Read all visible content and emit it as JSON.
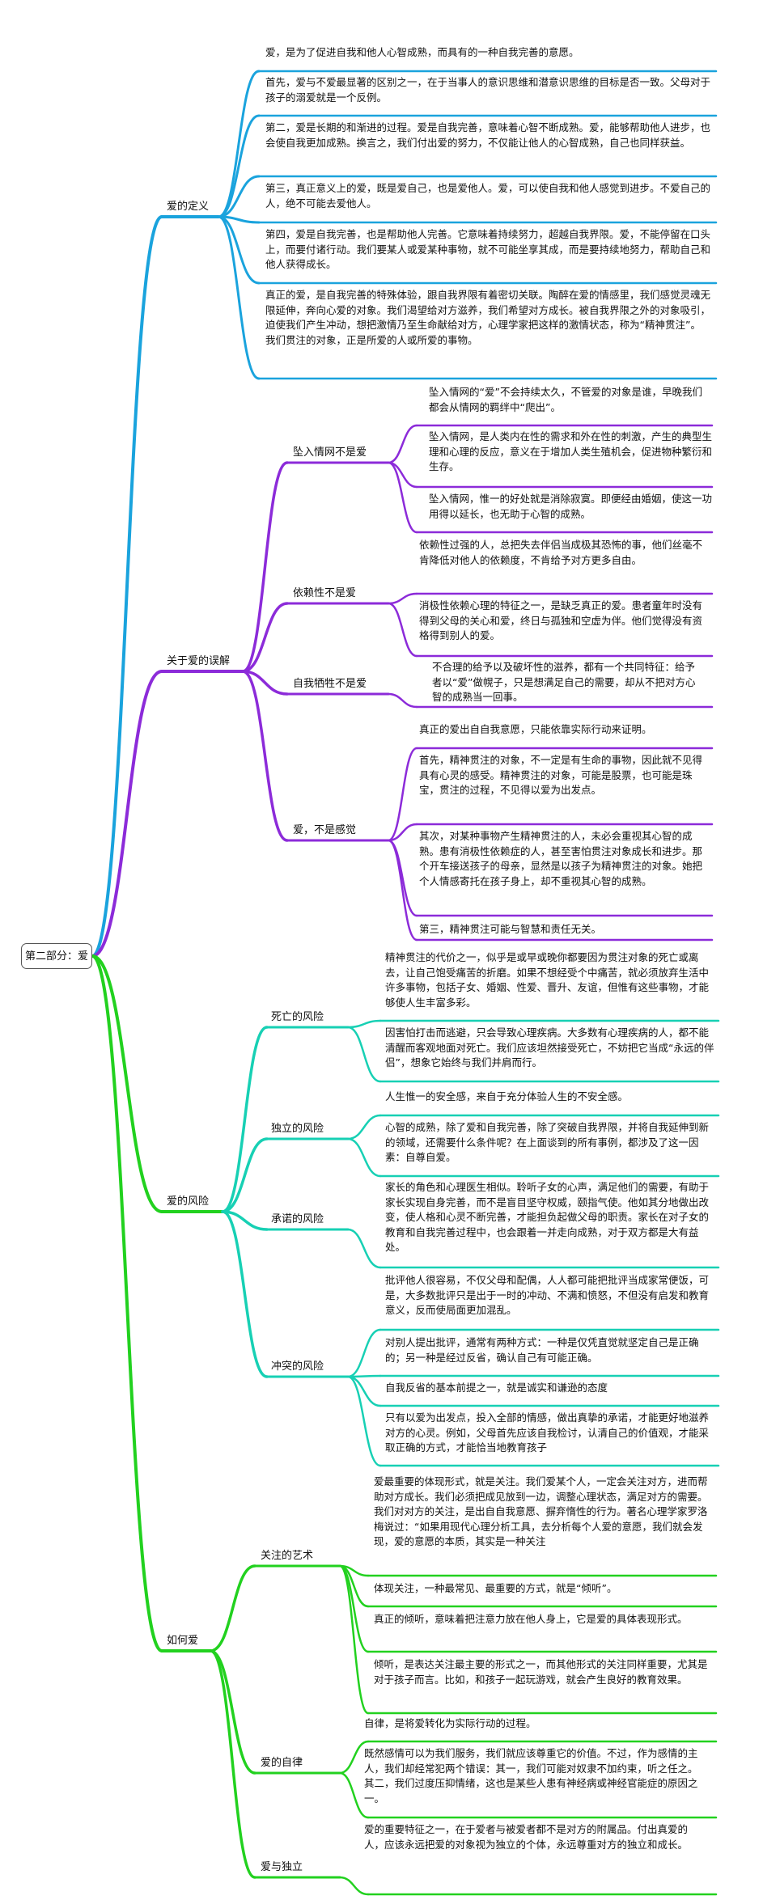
{
  "root": "第二部分：爱",
  "colors": {
    "blue": "#1aa3dd",
    "purple": "#8c2bd9",
    "green": "#22d11f",
    "teal": "#17d0b4"
  },
  "branches": [
    {
      "title": "爱的定义",
      "leaves": [
        "爱，是为了促进自我和他人心智成熟，而具有的一种自我完善的意愿。",
        "首先，爱与不爱最显著的区别之一，在于当事人的意识思维和潜意识思维的目标是否一致。父母对于孩子的溺爱就是一个反例。",
        "第二，爱是长期的和渐进的过程。爱是自我完善，意味着心智不断成熟。爱，能够帮助他人进步，也会使自我更加成熟。换言之，我们付出爱的努力，不仅能让他人的心智成熟，自己也同样获益。",
        "第三，真正意义上的爱，既是爱自己，也是爱他人。爱，可以使自我和他人感觉到进步。不爱自己的人，绝不可能去爱他人。",
        "第四，爱是自我完善，也是帮助他人完善。它意味着持续努力，超越自我界限。爱，不能停留在口头上，而要付诸行动。我们要某人或爱某种事物，就不可能坐享其成，而是要持续地努力，帮助自己和他人获得成长。",
        "真正的爱，是自我完善的特殊体验，跟自我界限有着密切关联。陶醉在爱的情感里，我们感觉灵魂无限延伸，奔向心爱的对象。我们渴望给对方滋养，我们希望对方成长。被自我界限之外的对象吸引，迫使我们产生冲动，想把激情乃至生命献给对方，心理学家把这样的激情状态，称为“精神贯注”。我们贯注的对象，正是所爱的人或所爱的事物。"
      ]
    },
    {
      "title": "关于爱的误解",
      "subs": [
        {
          "title": "坠入情网不是爱",
          "leaves": [
            "坠入情网的“爱”不会持续太久，不管爱的对象是谁，早晚我们都会从情网的羁绊中“爬出”。",
            "坠入情网，是人类内在性的需求和外在性的刺激，产生的典型生理和心理的反应，意义在于增加人类生殖机会，促进物种繁衍和生存。",
            "坠入情网，惟一的好处就是消除寂寞。即便经由婚姻，使这一功用得以延长，也无助于心智的成熟。"
          ]
        },
        {
          "title": "依赖性不是爱",
          "leaves": [
            "依赖性过强的人，总把失去伴侣当成极其恐怖的事，他们丝毫不肯降低对他人的依赖度，不肯给予对方更多自由。",
            "消极性依赖心理的特征之一，是缺乏真正的爱。患者童年时没有得到父母的关心和爱，终日与孤独和空虚为伴。他们觉得没有资格得到别人的爱。"
          ]
        },
        {
          "title": "自我牺牲不是爱",
          "leaves": [
            "不合理的给予以及破坏性的滋养，都有一个共同特征：给予者以“爱”做幌子，只是想满足自己的需要，却从不把对方心智的成熟当一回事。"
          ]
        },
        {
          "title": "爱，不是感觉",
          "leaves": [
            "真正的爱出自自我意愿，只能依靠实际行动来证明。",
            "首先，精神贯注的对象，不一定是有生命的事物，因此就不见得具有心灵的感受。精神贯注的对象，可能是股票，也可能是珠宝，贯注的过程，不见得以爱为出发点。",
            "其次，对某种事物产生精神贯注的人，未必会重视其心智的成熟。患有消极性依赖症的人，甚至害怕贯注对象成长和进步。那个开车接送孩子的母亲，显然是以孩子为精神贯注的对象。她把个人情感寄托在孩子身上，却不重视其心智的成熟。",
            "第三，精神贯注可能与智慧和责任无关。"
          ]
        }
      ]
    },
    {
      "title": "爱的风险",
      "subs": [
        {
          "title": "死亡的风险",
          "leaves": [
            "精神贯注的代价之一，似乎是或早或晚你都要因为贯注对象的死亡或离去，让自己饱受痛苦的折磨。如果不想经受个中痛苦，就必须放弃生活中许多事物，包括子女、婚姻、性爱、晋升、友谊，但惟有这些事物，才能够使人生丰富多彩。",
            "因害怕打击而逃避，只会导致心理疾病。大多数有心理疾病的人，都不能清醒而客观地面对死亡。我们应该坦然接受死亡，不妨把它当成“永远的伴侣”，想象它始终与我们并肩而行。"
          ]
        },
        {
          "title": "独立的风险",
          "leaves": [
            "人生惟一的安全感，来自于充分体验人生的不安全感。",
            "心智的成熟，除了爱和自我完善，除了突破自我界限，并将自我延伸到新的领域，还需要什么条件呢？在上面谈到的所有事例，都涉及了这一因素：自尊自爱。"
          ]
        },
        {
          "title": "承诺的风险",
          "leaves": [
            "家长的角色和心理医生相似。聆听子女的心声，满足他们的需要，有助于家长实现自身完善，而不是盲目坚守权威，颐指气使。他如其分地做出改变，使人格和心灵不断完善，才能担负起做父母的职责。家长在对子女的教育和自我完善过程中，也会跟着一并走向成熟，对于双方都是大有益处。"
          ]
        },
        {
          "title": "冲突的风险",
          "leaves": [
            "批评他人很容易，不仅父母和配偶，人人都可能把批评当成家常便饭，可是，大多数批评只是出于一时的冲动、不满和愤怒，不但没有启发和教育意义，反而使局面更加混乱。",
            "对别人提出批评，通常有两种方式：一种是仅凭直觉就坚定自己是正确的；另一种是经过反省，确认自己有可能正确。",
            "自我反省的基本前提之一，就是诚实和谦逊的态度",
            "只有以爱为出发点，投入全部的情感，做出真挚的承诺，才能更好地滋养对方的心灵。例如，父母首先应该自我检讨，认清自己的价值观，才能采取正确的方式，才能恰当地教育孩子"
          ]
        }
      ]
    },
    {
      "title": "如何爱",
      "subs": [
        {
          "title": "关注的艺术",
          "leaves": [
            "爱最重要的体现形式，就是关注。我们爱某个人，一定会关注对方，进而帮助对方成长。我们必须把成见放到一边，调整心理状态，满足对方的需要。我们对对方的关注，是出自自我意愿、摒弃惰性的行为。著名心理学家罗洛梅说过：“如果用现代心理分析工具，去分析每个人爱的意愿，我们就会发现，爱的意愿的本质，其实是一种关注",
            "体现关注，一种最常见、最重要的方式，就是“倾听”。",
            "真正的倾听，意味着把注意力放在他人身上，它是爱的具体表现形式。",
            "倾听，是表达关注最主要的形式之一，而其他形式的关注同样重要，尤其是对于孩子而言。比如，和孩子一起玩游戏，就会产生良好的教育效果。"
          ]
        },
        {
          "title": "爱的自律",
          "leaves": [
            "自律，是将爱转化为实际行动的过程。",
            "既然感情可以为我们服务，我们就应该尊重它的价值。不过，作为感情的主人，我们却经常犯两个错误：其一，我们可能对奴隶不加约束，听之任之。其二，我们过度压抑情绪，这也是某些人患有神经病或神经官能症的原因之一。"
          ]
        },
        {
          "title": "爱与独立",
          "leaves": [
            "爱的重要特征之一，在于爱者与被爱者都不是对方的附属品。付出真爱的人，应该永远把爱的对象视为独立的个体，永远尊重对方的独立和成长。"
          ]
        }
      ]
    }
  ]
}
